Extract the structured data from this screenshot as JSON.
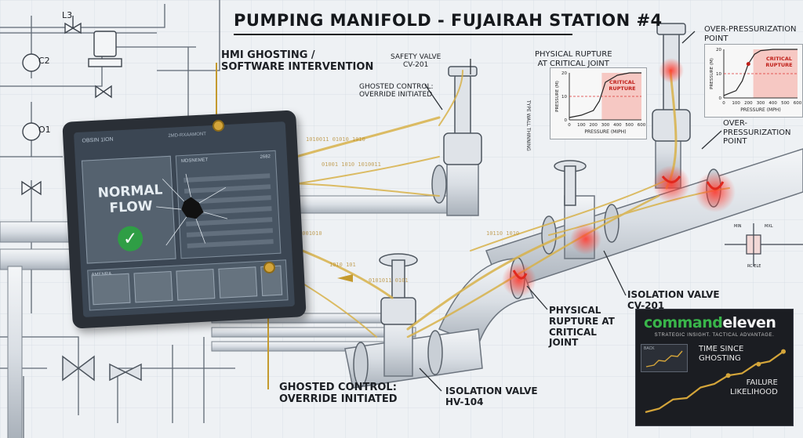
{
  "title": "PUMPING MANIFOLD - FUJAIRAH STATION #4",
  "labels": {
    "l3": "L3",
    "c2": "C2",
    "o1": "O1",
    "hmi_ghosting": [
      "HMI GHOSTING /",
      "SOFTWARE INTERVENTION"
    ],
    "safety_valve": [
      "SAFETY VALVE",
      "CV-201"
    ],
    "ghosted_control_top": [
      "GHOSTED CONTROL:",
      "OVERRIDE INITIATED"
    ],
    "physical_rupture_top": [
      "PHYSICAL RUPTURE",
      "AT CRITICAL JOINT"
    ],
    "type_wall_thinning": [
      "TYPE WALL",
      "THINNING"
    ],
    "over_pressurization_top": [
      "OVER-PRESSURIZATION",
      "POINT"
    ],
    "over_pressurization_mid": [
      "OVER-",
      "PRESSURIZATION",
      "POINT"
    ],
    "isolation_valve_cv": [
      "ISOLATION VALVE",
      "CV-201"
    ],
    "physical_rupture_bottom": [
      "PHYSICAL",
      "RUPTURE AT",
      "CRITICAL",
      "JOINT"
    ],
    "ghosted_control_bottom": [
      "GHOSTED CONTROL:",
      "OVERRIDE INITIATED"
    ],
    "isolation_valve_hv": [
      "ISOLATION VALVE",
      "HV-104"
    ],
    "detail_min": "MIN",
    "detail_max": "MXL",
    "detail_bot": "RC ELE"
  },
  "hmi": {
    "title_bar": "OBSIN 1ION",
    "status_text": [
      "NORMAL",
      "FLOW"
    ],
    "panel_label": "MDSNEMET",
    "panel_code": "2682",
    "header_code": "2MD-RXAAMONT",
    "bottom_label": "AMENRA"
  },
  "branding": {
    "name_part1": "command",
    "name_part2": "eleven",
    "tagline": "STRATEGIC INSIGHT. TACTICAL ADVANTAGE.",
    "label1": [
      "TIME SINCE",
      "GHOSTING"
    ],
    "label2": [
      "FAILURE",
      "LIKELIHOOD"
    ],
    "inset_label": "BACK",
    "accent": "#39b54a",
    "line_color": "#d4a53a"
  },
  "colors": {
    "ghost_stream": "#d8b24a",
    "rupture_red": "#e0281e",
    "ink": "#1c1f24"
  },
  "chart_data": [
    {
      "type": "line",
      "title": "",
      "xlabel": "PRESSURE (MIPH)",
      "ylabel": "PRESSURE (M)",
      "x_ticks": [
        "0",
        "100",
        "200",
        "300",
        "400",
        "500",
        "600"
      ],
      "y_ticks": [
        "0",
        "10",
        "20"
      ],
      "annotation": [
        "CRITICAL",
        "RUPTURE"
      ],
      "x": [
        0,
        100,
        200,
        250,
        300,
        400,
        500,
        600
      ],
      "y": [
        1,
        2,
        4,
        8,
        16,
        19,
        20,
        20
      ]
    },
    {
      "type": "line",
      "title": "",
      "xlabel": "PRESSURE (MPH)",
      "ylabel": "PRESSURE (M)",
      "x_ticks": [
        "0",
        "100",
        "200",
        "300",
        "400",
        "500",
        "600"
      ],
      "y_ticks": [
        "0",
        "10",
        "20"
      ],
      "annotation": [
        "CRITICAL",
        "RUPTURE"
      ],
      "x": [
        0,
        100,
        150,
        200,
        250,
        300,
        400,
        500,
        600
      ],
      "y": [
        1,
        3,
        7,
        14,
        18,
        19.5,
        20,
        20,
        20
      ]
    },
    {
      "type": "line",
      "title": "",
      "xlabel": "",
      "ylabel": "",
      "x": [
        0,
        1,
        2,
        3,
        4,
        5,
        6,
        7,
        8,
        9,
        10
      ],
      "y": [
        1,
        1.5,
        2.8,
        3,
        4.5,
        5,
        6.2,
        6.5,
        7.8,
        8.2,
        9.6
      ]
    }
  ]
}
